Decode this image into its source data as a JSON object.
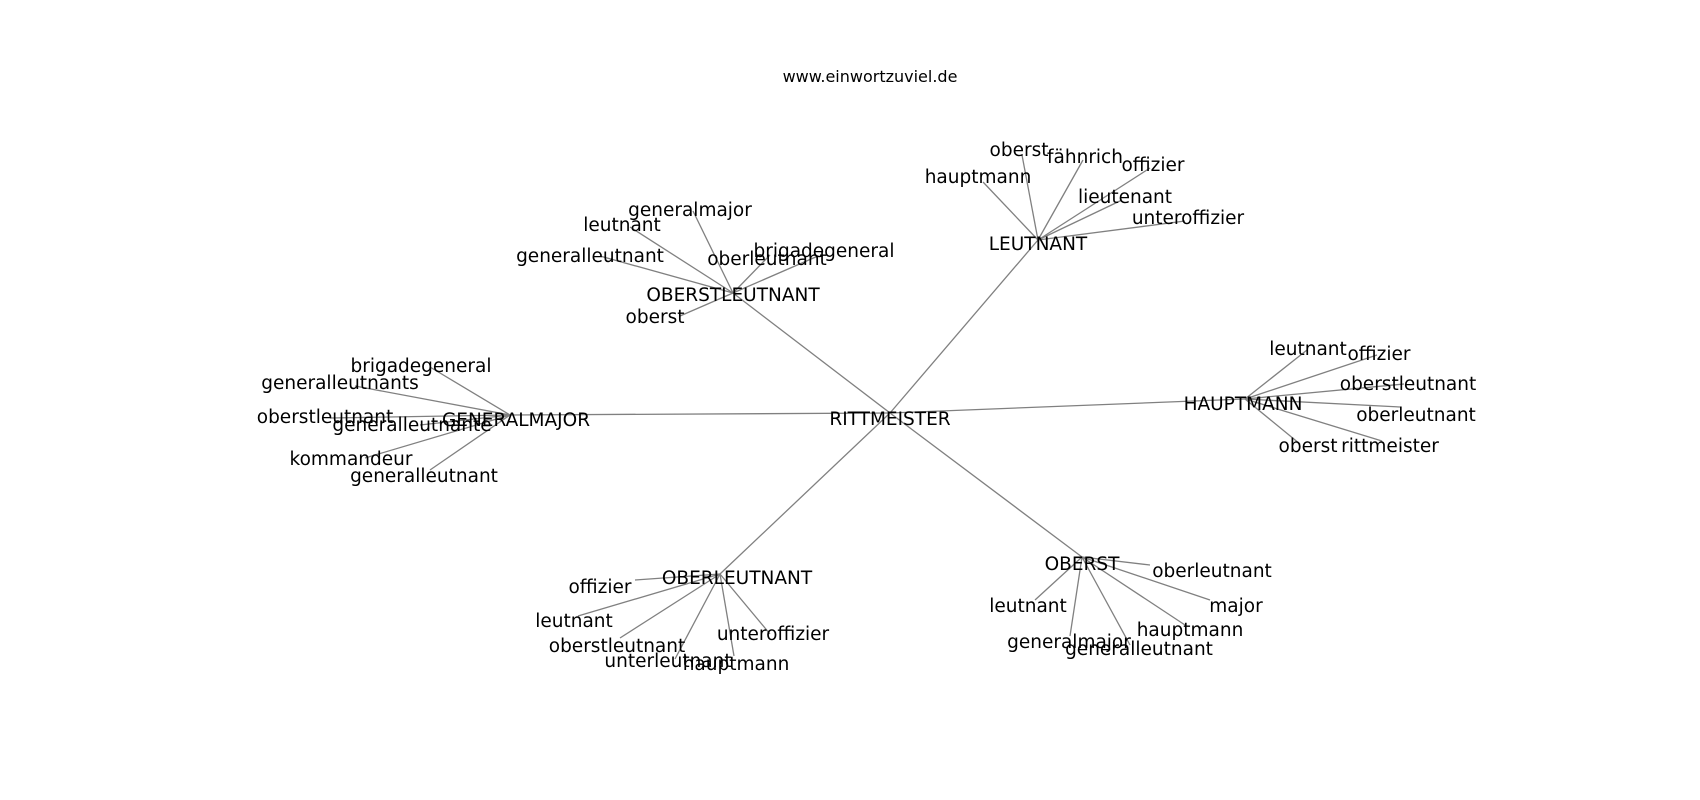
{
  "title": "www.einwortzuviel.de",
  "center": {
    "label": "RITTMEISTER"
  },
  "hubs": [
    {
      "id": "oberstleutnant",
      "label": "OBERSTLEUTNANT",
      "leaves": [
        "generalmajor",
        "leutnant",
        "generalleutnant",
        "brigadegeneral",
        "oberleutnant",
        "oberst"
      ]
    },
    {
      "id": "leutnant",
      "label": "LEUTNANT",
      "leaves": [
        "oberst",
        "fähnrich",
        "offizier",
        "hauptmann",
        "lieutenant",
        "unteroffizier"
      ]
    },
    {
      "id": "generalmajor",
      "label": "GENERALMAJOR",
      "leaves": [
        "brigadegeneral",
        "generalleutnants",
        "oberstleutnant",
        "generalleutnante",
        "kommandeur",
        "generalleutnant"
      ]
    },
    {
      "id": "hauptmann",
      "label": "HAUPTMANN",
      "leaves": [
        "leutnant",
        "offizier",
        "oberstleutnant",
        "oberleutnant",
        "oberst",
        "rittmeister"
      ]
    },
    {
      "id": "oberleutnant",
      "label": "OBERLEUTNANT",
      "leaves": [
        "offizier",
        "leutnant",
        "oberstleutnant",
        "unteroffizier",
        "unterleutnant",
        "hauptmann"
      ]
    },
    {
      "id": "oberst",
      "label": "OBERST",
      "leaves": [
        "oberleutnant",
        "leutnant",
        "major",
        "hauptmann",
        "generalmajor",
        "generalleutnant"
      ]
    }
  ]
}
